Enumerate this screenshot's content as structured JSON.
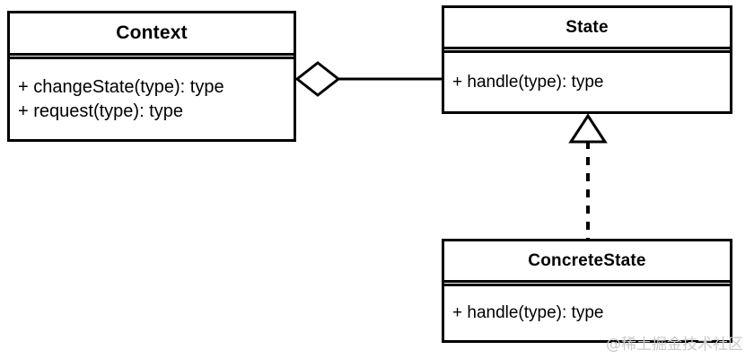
{
  "diagram": {
    "kind": "uml-class-diagram",
    "pattern_name": "State",
    "background_color": "#ffffff",
    "line_color": "#000000",
    "classes": [
      {
        "id": "context",
        "name": "Context",
        "members": [
          "+ changeState(type): type",
          "+ request(type): type"
        ]
      },
      {
        "id": "state",
        "name": "State",
        "members": [
          "+ handle(type): type"
        ]
      },
      {
        "id": "concretestate",
        "name": "ConcreteState",
        "members": [
          "+ handle(type): type"
        ]
      }
    ],
    "relationships": [
      {
        "id": "aggregation",
        "type": "aggregation",
        "from": "Context",
        "to": "State",
        "marker": "hollow-diamond",
        "line_style": "solid"
      },
      {
        "id": "realization",
        "type": "realization",
        "from": "ConcreteState",
        "to": "State",
        "marker": "hollow-triangle",
        "line_style": "dashed"
      }
    ],
    "watermark": "@稀土掘金技术社区",
    "watermark_color": "#c9c9c9"
  }
}
